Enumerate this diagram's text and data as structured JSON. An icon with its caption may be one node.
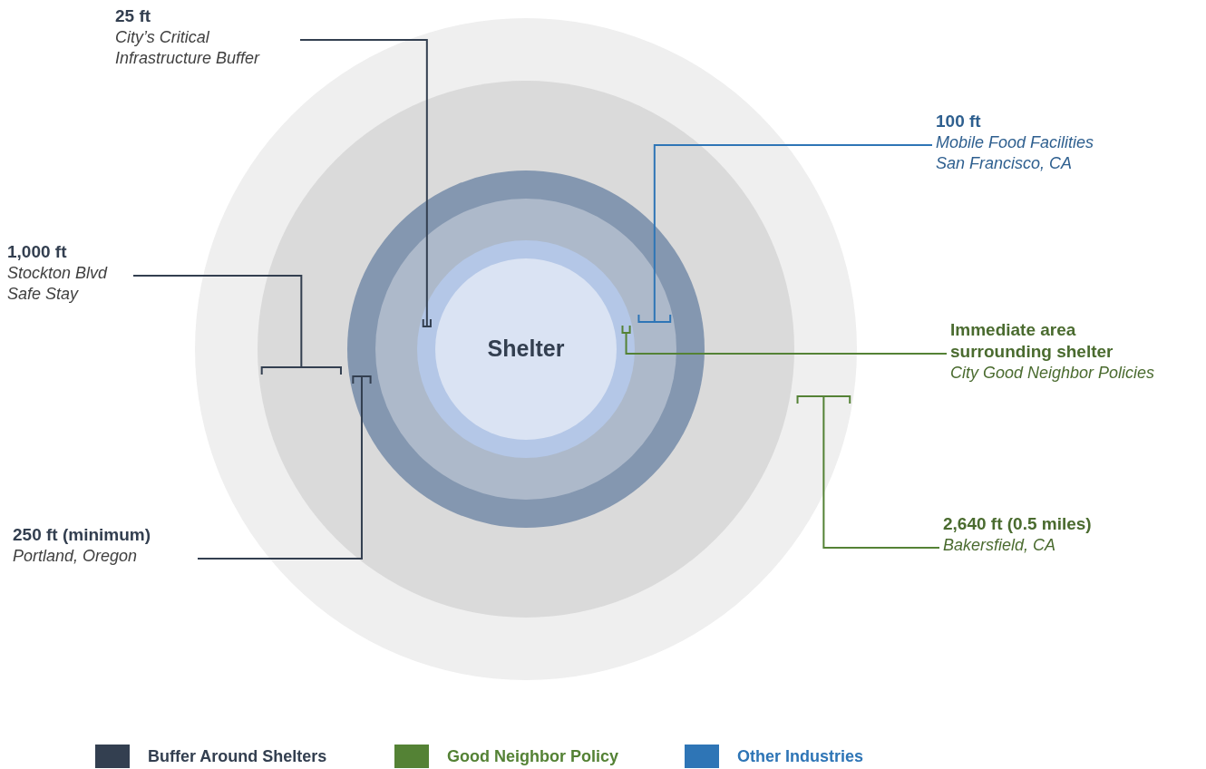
{
  "diagram": {
    "nodes": [
      {
        "text": [],
        "shape": "circle"
      },
      {
        "text": [],
        "shape": "circle",
        "in": 0
      },
      {
        "text": [],
        "shape": "circle",
        "in": 1
      },
      {
        "text": [],
        "shape": "circle",
        "in": 2
      },
      {
        "text": [],
        "shape": "circle",
        "in": 3
      },
      {
        "text": [
          "Shelter"
        ],
        "in": 4
      },
      {
        "text": [
          "25 ft",
          "City’s Critical Infrastructure Buffer"
        ]
      },
      {
        "text": [
          "100 ft",
          "Mobile Food Facilities San Francisco, CA"
        ]
      },
      {
        "text": [
          "1,000 ft",
          "Stockton Blvd Safe Stay"
        ]
      },
      {
        "text": [
          "Immediate area surrounding shelter",
          "City Good Neighbor Policies"
        ]
      },
      {
        "text": [
          "250 ft (minimum)",
          "Portland, Oregon"
        ]
      },
      {
        "text": [
          "2,640 ft (0.5 miles)",
          "Bakersfield, CA"
        ]
      }
    ],
    "edges": [
      {
        "from": 6,
        "to": 4,
        "arrow": "none"
      },
      {
        "from": 7,
        "to": 3,
        "arrow": "none",
        "color": "#2e75b6"
      },
      {
        "from": 8,
        "to": 1,
        "arrow": "none"
      },
      {
        "from": 9,
        "to": 4,
        "arrow": "none",
        "color": "#548235"
      },
      {
        "from": 10,
        "to": 2,
        "arrow": "none"
      },
      {
        "from": 11,
        "to": 0,
        "arrow": "none",
        "color": "#548235"
      }
    ],
    "legend": [
      {
        "text": "Buffer Around Shelters",
        "color": "#333f50"
      },
      {
        "text": "Good Neighbor Policy",
        "color": "#548235"
      },
      {
        "text": "Other Industries",
        "color": "#2e75b6"
      }
    ]
  }
}
